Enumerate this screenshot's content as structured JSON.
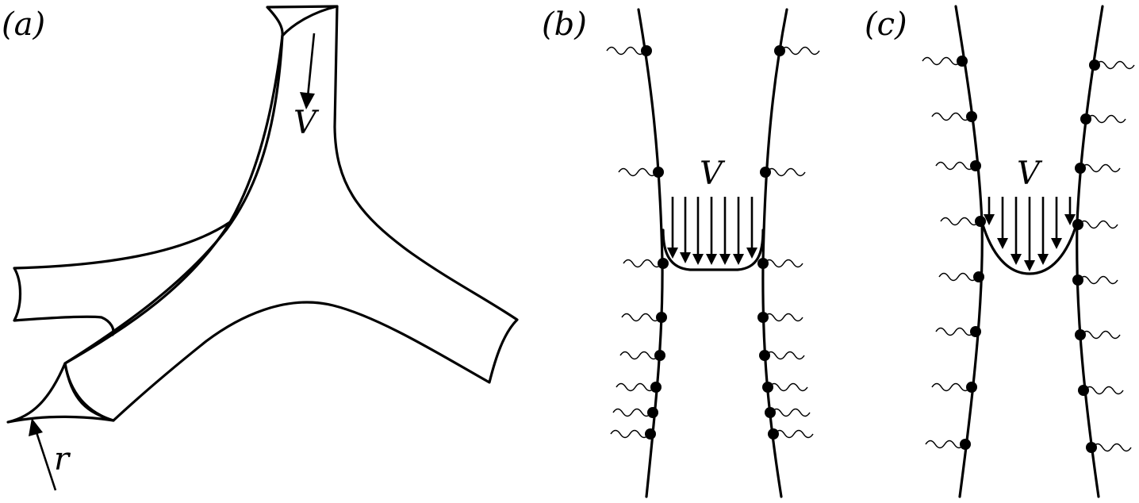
{
  "panels": {
    "a": {
      "label": "(a)",
      "velocity_label": "V",
      "radius_label": "r"
    },
    "b": {
      "label": "(b)",
      "velocity_label": "V"
    },
    "c": {
      "label": "(c)",
      "velocity_label": "V"
    }
  },
  "colors": {
    "ink": "#000000",
    "background": "#ffffff"
  }
}
